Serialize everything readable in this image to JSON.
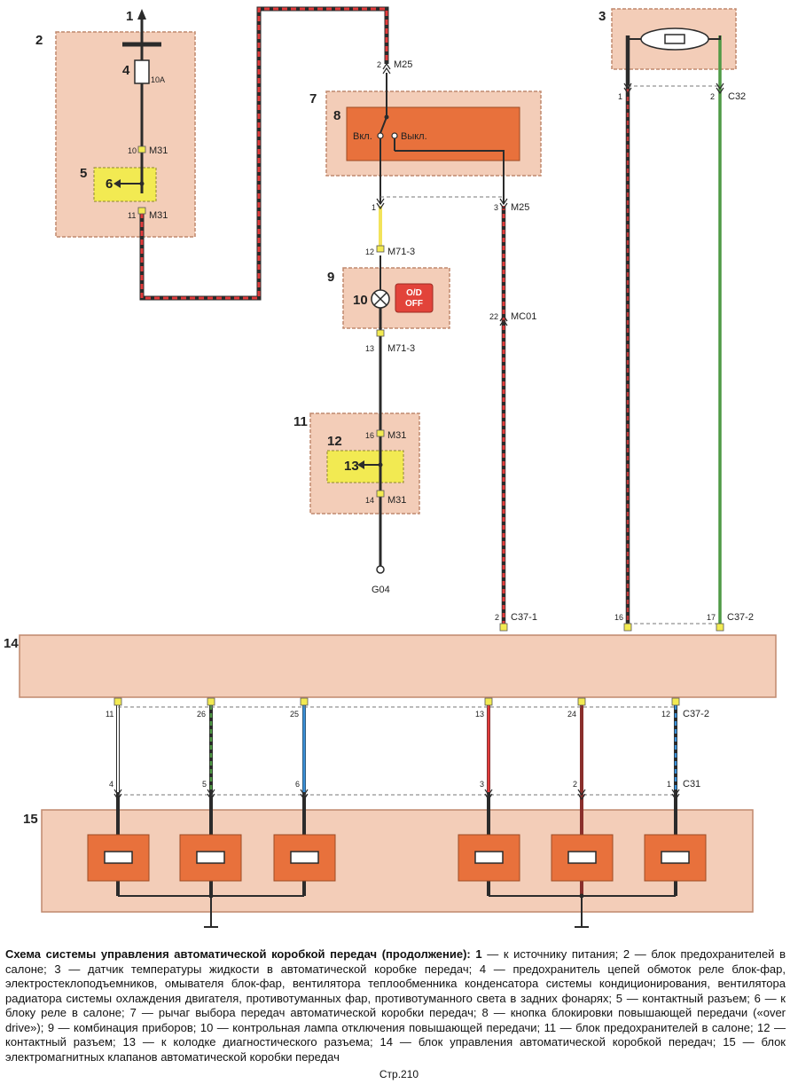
{
  "diagram": {
    "labels": {
      "n1": "1",
      "n2": "2",
      "n3": "3",
      "n4": "4",
      "n5": "5",
      "n6": "6",
      "n7": "7",
      "n8": "8",
      "n9": "9",
      "n10": "10",
      "n11": "11",
      "n12": "12",
      "n13": "13",
      "n14": "14",
      "n15": "15"
    },
    "fuse_rating": "10A",
    "switch_on": "Вкл.",
    "switch_off": "Выкл.",
    "od_line1": "O/D",
    "od_line2": "OFF",
    "ground_label": "G04",
    "connectors": {
      "m31_a": "M31",
      "m31_b": "M31",
      "m25_top": "M25",
      "m25_bottom": "M25",
      "c32": "C32",
      "m71_a": "M71-3",
      "m71_b": "M71-3",
      "mc01": "MC01",
      "m31_c": "M31",
      "m31_d": "M31",
      "c37_1": "C37-1",
      "c37_2_top": "C37-2",
      "c37_2_bottom": "C37-2",
      "c31": "C31"
    },
    "pins": {
      "p10": "10",
      "p11": "11",
      "p2_m25": "2",
      "p1_c32": "1",
      "p2_c32": "2",
      "p1_m25": "1",
      "p3_m25": "3",
      "p12_m71": "12",
      "p13_m71": "13",
      "p22_mc01": "22",
      "p16_m31": "16",
      "p14_m31": "14",
      "p2_c37": "2",
      "p16_c37": "16",
      "p17_c37": "17",
      "b11": "11",
      "b26": "26",
      "b25": "25",
      "b13": "13",
      "b24": "24",
      "b12": "12",
      "c4": "4",
      "c5": "5",
      "c6": "6",
      "c3": "3",
      "c2": "2",
      "c1": "1"
    }
  },
  "colors": {
    "block": "#f3cdb8",
    "block_border": "#c0896e",
    "switch_body": "#e8713c",
    "relay": "#f2ea52",
    "od_button": "#e2433a",
    "solenoid": "#e8713c",
    "wire_red": "#e23b3b",
    "wire_yellow": "#f2e35a",
    "wire_green": "#4f9a45",
    "wire_blue": "#3a8fd6",
    "wire_brown": "#8a2f2c",
    "wire_dark": "#2b2b2b"
  },
  "caption": {
    "title": "Схема системы управления автоматической коробкой передач (продолжение):",
    "first_item_number": "1",
    "text": " — к источнику питания; 2 — блок предохранителей в салоне; 3 — датчик температуры жидкости в автоматической коробке передач; 4 — предохранитель цепей обмоток реле блок-фар, электростеклоподъемников, омывателя блок-фар, вентилятора теплообменника конденсатора системы кондиционирования, вентилятора радиатора системы охлаждения двигателя, противотуманных фар, противотуманного света в задних фонарях; 5 — контактный разъем; 6 — к блоку реле в салоне; 7 — рычаг выбора передач автоматической коробки передач; 8 — кнопка блокировки повышающей передачи («over drive»); 9 — комбинация приборов; 10 — контрольная лампа отключения повышающей передачи; 11 — блок предохранителей в салоне; 12 — контактный разъем; 13 — к колодке диагностического разъема; 14 — блок управления автоматической коробкой передач; 15 — блок электромагнитных клапанов автоматической коробки передач"
  },
  "page_number": "Стр.210"
}
